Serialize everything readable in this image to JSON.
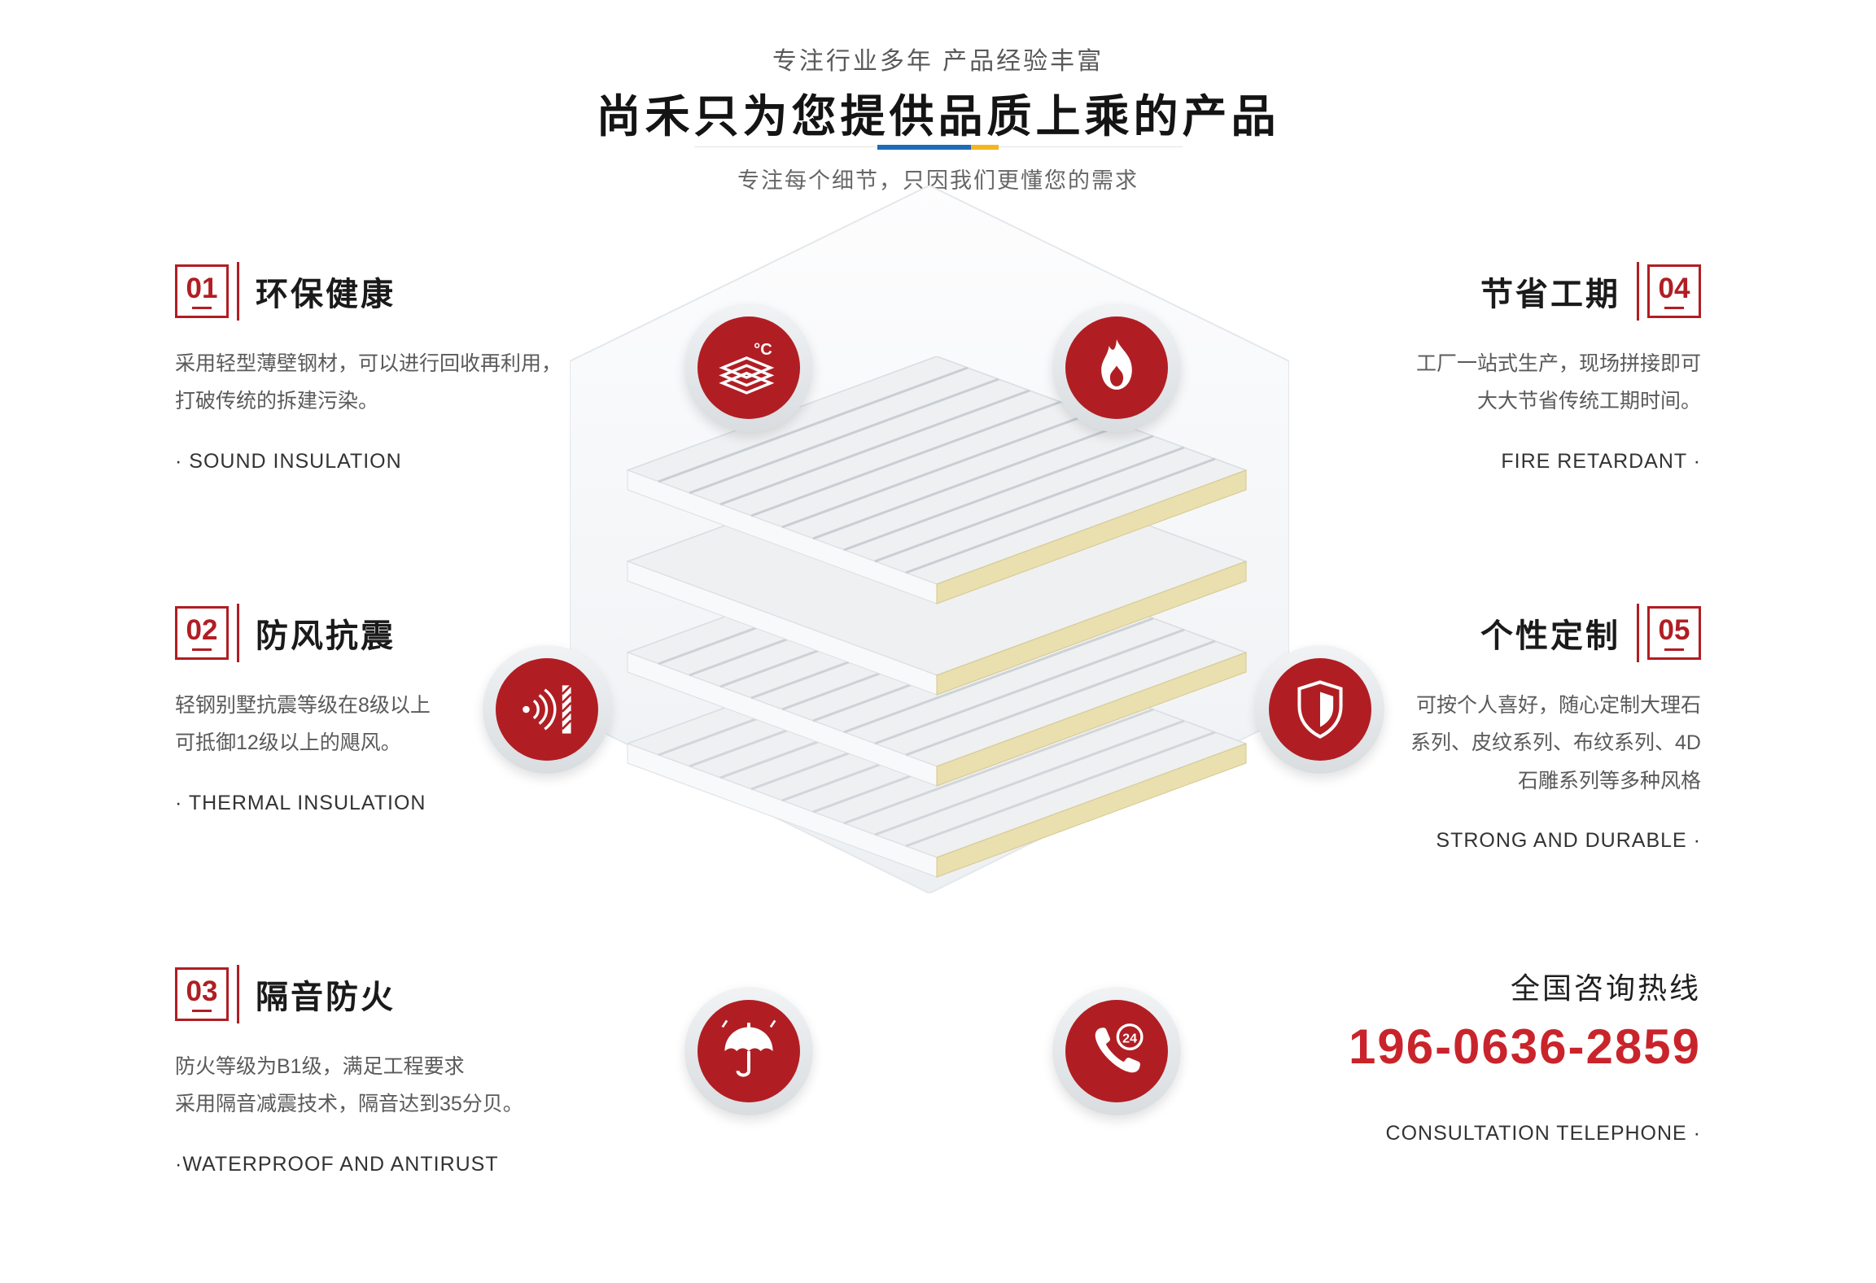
{
  "header": {
    "eyebrow": "专注行业多年 产品经验丰富",
    "title": "尚禾只为您提供品质上乘的产品",
    "tagline": "专注每个细节，只因我们更懂您的需求"
  },
  "colors": {
    "accent_red": "#b01e23",
    "phone_red": "#c9242b",
    "divider_blue": "#1e6bb8",
    "divider_yellow": "#f3b61f"
  },
  "features": {
    "left": [
      {
        "num": "01",
        "title": "环保健康",
        "lines": [
          "采用轻型薄壁钢材，可以进行回收再利用，",
          "打破传统的拆建污染。"
        ],
        "en": "· SOUND INSULATION"
      },
      {
        "num": "02",
        "title": "防风抗震",
        "lines": [
          "轻钢别墅抗震等级在8级以上",
          "可抵御12级以上的飓风。"
        ],
        "en": "· THERMAL INSULATION"
      },
      {
        "num": "03",
        "title": "隔音防火",
        "lines": [
          "防火等级为B1级，满足工程要求",
          "采用隔音减震技术，隔音达到35分贝。"
        ],
        "en": "·WATERPROOF AND ANTIRUST"
      }
    ],
    "right": [
      {
        "num": "04",
        "title": "节省工期",
        "lines": [
          "工厂一站式生产，现场拼接即可",
          "大大节省传统工期时间。"
        ],
        "en": "FIRE RETARDANT ·"
      },
      {
        "num": "05",
        "title": "个性定制",
        "lines": [
          "可按个人喜好，随心定制大理石",
          "系列、皮纹系列、布纹系列、4D",
          "石雕系列等多种风格"
        ],
        "en": "STRONG AND DURABLE ·"
      }
    ]
  },
  "icons": {
    "celsius_label": "°C",
    "service24_label": "24",
    "list": [
      "thermal-layers-icon",
      "flame-icon",
      "soundproof-icon",
      "shield-icon",
      "umbrella-rain-icon",
      "phone-24-icon"
    ]
  },
  "hotline": {
    "label": "全国咨询热线",
    "number": "196-0636-2859",
    "en": "CONSULTATION TELEPHONE ·"
  }
}
